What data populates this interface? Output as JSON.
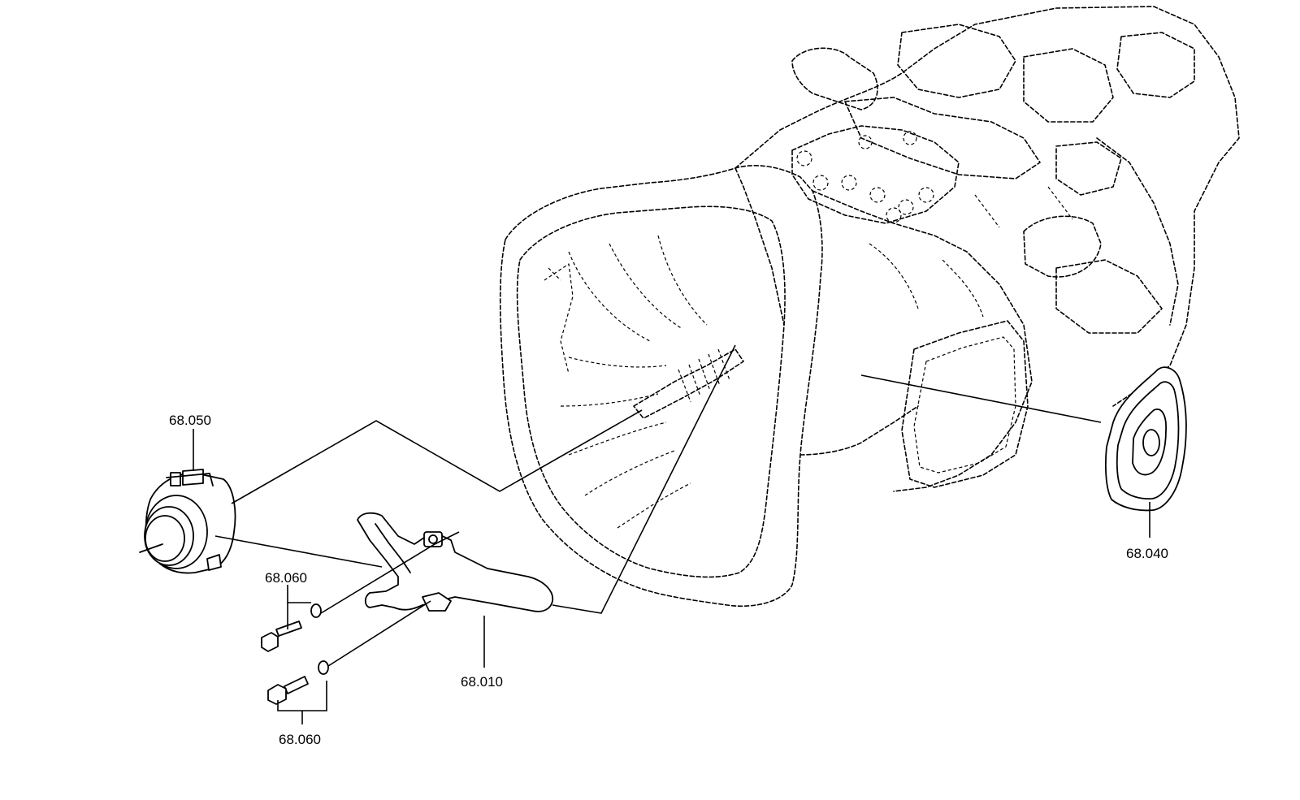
{
  "callouts": [
    {
      "id": "release-bearing",
      "label": "68.050"
    },
    {
      "id": "bolt-upper",
      "label": "68.060"
    },
    {
      "id": "release-fork",
      "label": "68.010"
    },
    {
      "id": "bolt-lower",
      "label": "68.060"
    },
    {
      "id": "cover-gasket",
      "label": "68.040"
    }
  ]
}
